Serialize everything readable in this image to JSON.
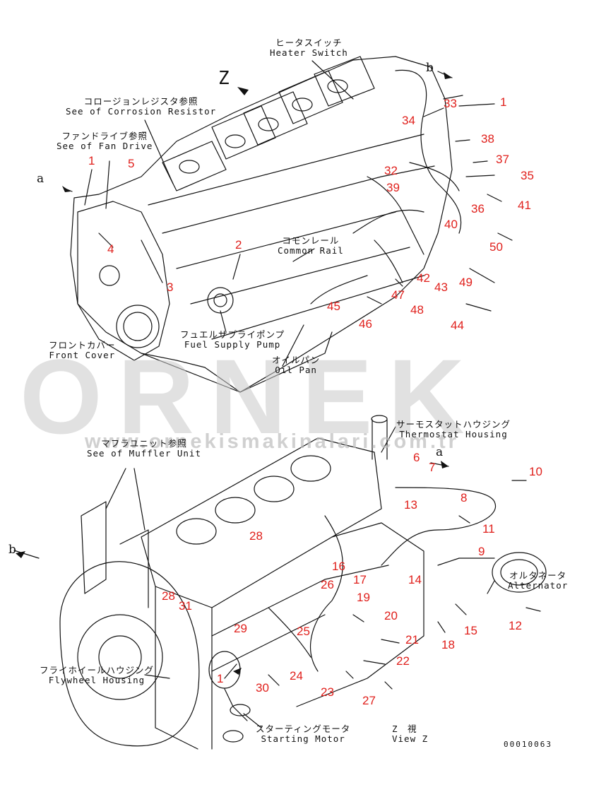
{
  "labels": {
    "heater_switch": {
      "jp": "ヒータスイッチ",
      "en": "Heater Switch"
    },
    "corrosion_resistor": {
      "jp": "コロージョンレジスタ参照",
      "en": "See of Corrosion Resistor"
    },
    "fan_drive": {
      "jp": "ファンドライブ参照",
      "en": "See of Fan Drive"
    },
    "common_rail": {
      "jp": "コモンレール",
      "en": "Common Rail"
    },
    "fuel_supply_pump": {
      "jp": "フュエルサプライポンプ",
      "en": "Fuel Supply Pump"
    },
    "front_cover": {
      "jp": "フロントカバー",
      "en": "Front Cover"
    },
    "oil_pan": {
      "jp": "オイルパン",
      "en": "Oil Pan"
    },
    "thermostat_housing": {
      "jp": "サーモスタットハウジング",
      "en": "Thermostat Housing"
    },
    "muffler_unit": {
      "jp": "マフラユニット参照",
      "en": "See of Muffler Unit"
    },
    "alternator": {
      "jp": "オルタネータ",
      "en": "Alternator"
    },
    "flywheel_housing": {
      "jp": "フライホイールハウジング",
      "en": "Flywheel Housing"
    },
    "starting_motor": {
      "jp": "スターティングモータ",
      "en": "Starting Motor"
    },
    "view_z": {
      "jp": "Z　視",
      "en": "View Z"
    }
  },
  "letters": {
    "z": "Z",
    "a_top": "a",
    "b_top": "b",
    "a_bottom": "a",
    "b_bottom": "b"
  },
  "part_numbers": [
    "1",
    "1",
    "1",
    "2",
    "3",
    "4",
    "5",
    "6",
    "7",
    "8",
    "9",
    "10",
    "11",
    "12",
    "13",
    "14",
    "15",
    "16",
    "17",
    "18",
    "19",
    "20",
    "21",
    "22",
    "23",
    "24",
    "25",
    "26",
    "27",
    "28",
    "28",
    "29",
    "30",
    "31",
    "32",
    "33",
    "34",
    "35",
    "36",
    "37",
    "38",
    "39",
    "40",
    "41",
    "42",
    "43",
    "44",
    "45",
    "46",
    "47",
    "48",
    "49",
    "50"
  ],
  "watermark": {
    "brand": "ORNEK",
    "url": "www.ornekismakinalari.com.tr"
  },
  "drawing_code": "00010063",
  "colors": {
    "callout": "#e0201c",
    "line": "#111111",
    "watermark": "#c9c9c9"
  }
}
